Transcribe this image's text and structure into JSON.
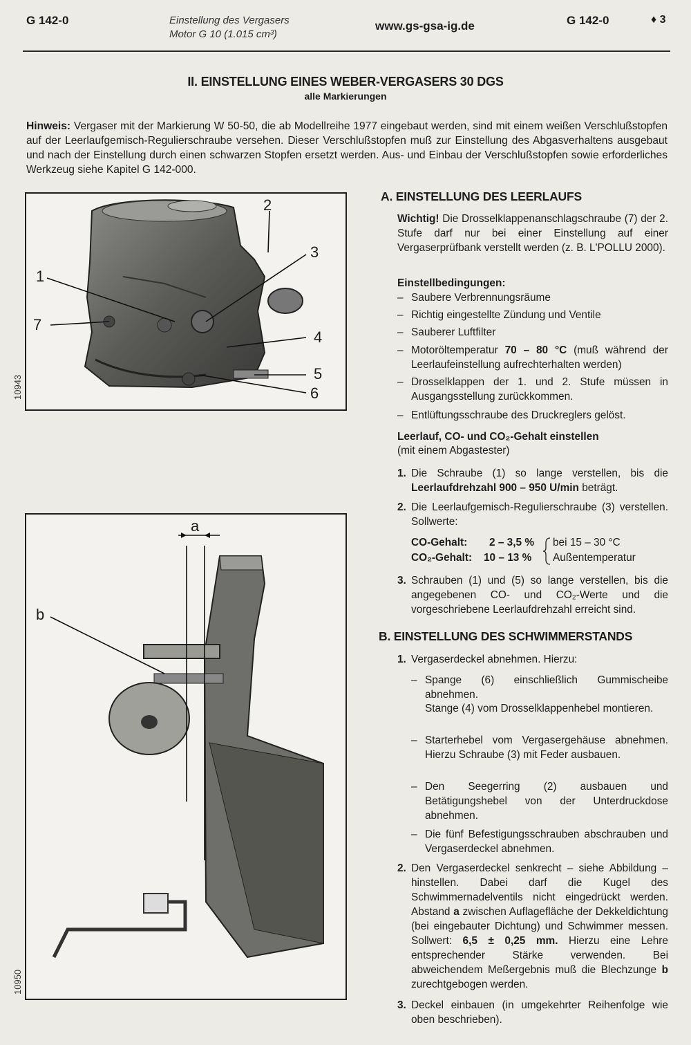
{
  "header": {
    "code_left": "G 142-0",
    "subtitle_line1": "Einstellung des Vergasers",
    "subtitle_line2": "Motor G 10 (1.015 cm³)",
    "website": "www.gs-gsa-ig.de",
    "code_right": "G 142-0",
    "page_number": "♦ 3"
  },
  "title": "II. EINSTELLUNG EINES WEBER-VERGASERS 30 DGS",
  "subtitle": "alle Markierungen",
  "hinweis": {
    "label": "Hinweis:",
    "text": " Vergaser mit der Markierung W 50-50, die ab Modellreihe 1977 eingebaut werden, sind mit einem weißen Verschlußstopfen auf der Leerlaufgemisch-Regulierschraube versehen. Dieser Verschlußstopfen muß zur Einstellung des Abgasverhaltens ausgebaut und nach der Einstellung durch einen schwarzen Stopfen ersetzt werden. Aus- und Einbau der Verschlußstopfen sowie erforderliches Werkzeug siehe Kapitel G 142-000."
  },
  "figures": {
    "fig1": {
      "id": "10943",
      "labels": [
        "1",
        "2",
        "3",
        "4",
        "5",
        "6",
        "7"
      ]
    },
    "fig2": {
      "id": "10950",
      "labels": [
        "a",
        "b"
      ]
    }
  },
  "section_a": {
    "title": "A. EINSTELLUNG DES LEERLAUFS",
    "wichtig_label": "Wichtig!",
    "wichtig_text": " Die Drosselklappenanschlagschraube (7) der 2. Stufe darf nur bei einer Einstellung auf einer Vergaserprüfbank verstellt werden (z. B. L'POLLU 2000).",
    "conditions_title": "Einstellbedingungen:",
    "conditions": [
      "Saubere Verbrennungsräume",
      "Richtig eingestellte Zündung und Ventile",
      "Sauberer Luftfilter",
      "Motoröltemperatur ",
      "Drosselklappen der 1. und 2. Stufe müssen in Ausgangsstellung zurückkommen.",
      "Entlüftungsschraube des Druckreglers gelöst."
    ],
    "oil_temp_value": "70 – 80 °C",
    "oil_temp_note": " (muß während der Leerlaufeinstellung aufrechterhalten werden)",
    "co_title": "Leerlauf, CO- und CO₂-Gehalt einstellen",
    "co_subtitle": "(mit einem Abgastester)",
    "step1_text": "Die Schraube (1) so lange verstellen, bis die ",
    "step1_bold": "Leerlaufdrehzahl 900 – 950 U/min",
    "step1_end": " beträgt.",
    "step2_text": "Die Leerlaufgemisch-Regulierschraube (3) verstellen. Sollwerte:",
    "co_label": "CO-Gehalt:",
    "co_value": "2 – 3,5 %",
    "co2_label": "CO₂-Gehalt:",
    "co2_value": "10 –  13 %",
    "cond_line1": "bei 15 – 30 °C",
    "cond_line2": "Außentemperatur",
    "step3_text": "Schrauben (1) und (5) so lange verstellen, bis die angegebenen CO- und CO₂-Werte und die vorgeschriebene Leerlaufdrehzahl erreicht sind.",
    "numbers": [
      "1.",
      "2.",
      "3."
    ]
  },
  "section_b": {
    "title": "B. EINSTELLUNG DES SCHWIMMERSTANDS",
    "step1": "Vergaserdeckel abnehmen. Hierzu:",
    "sub_items": [
      "Spange (6) einschließlich Gummischeibe abnehmen.",
      "Stange (4) vom Drosselklappenhebel montieren.",
      "Starterhebel vom Vergasergehäuse abnehmen. Hierzu Schraube (3) mit Feder ausbauen.",
      "Den Seegerring (2) ausbauen und Betätigungshebel von der Unterdruckdose abnehmen.",
      "Die fünf Befestigungsschrauben abschrauben und Vergaserdeckel abnehmen."
    ],
    "step2_a": "Den Vergaserdeckel senkrecht – siehe Abbildung – hinstellen. Dabei darf die Kugel des Schwimmernadelventils nicht eingedrückt werden. Abstand ",
    "step2_a_bold": "a",
    "step2_b": " zwischen Auflagefläche der Dekkeldichtung (bei eingebauter Dichtung) und Schwimmer messen. Sollwert: ",
    "step2_value": "6,5 ± 0,25 mm.",
    "step2_c": " Hierzu eine Lehre entsprechender Stärke verwenden. Bei abweichendem Meßergebnis muß die Blechzunge ",
    "step2_c_bold": "b",
    "step2_d": " zurechtgebogen werden.",
    "step3": "Deckel einbauen (in umgekehrter Reihenfolge wie oben beschrieben).",
    "numbers": [
      "1.",
      "2.",
      "3."
    ],
    "dash": "–"
  }
}
